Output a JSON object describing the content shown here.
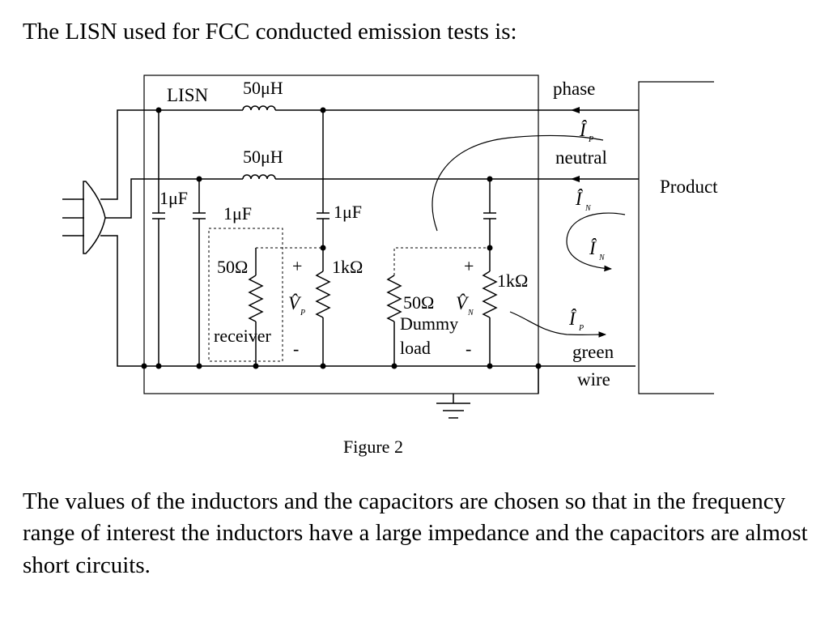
{
  "heading": "The LISN used for FCC conducted emission tests is:",
  "figure": {
    "caption": "Figure 2",
    "labels": {
      "lisn": "LISN",
      "inductor_top": "50μH",
      "inductor_bottom": "50μH",
      "cap_left_outer": "1μF",
      "cap_left_inner": "1μF",
      "cap_mid": "1μF",
      "res_receiver": "50Ω",
      "res_left_1k": "1kΩ",
      "res_dummy": "50Ω",
      "res_right_1k": "1kΩ",
      "receiver": "receiver",
      "dummy": "Dummy",
      "load": "load",
      "phase": "phase",
      "neutral": "neutral",
      "product": "Product",
      "green": "green",
      "wire": "wire",
      "plus_p": "+",
      "minus_p": "-",
      "plus_n": "+",
      "minus_n": "-",
      "vp_main": "V̂",
      "vp_sub": "P",
      "vn_main": "V̂",
      "vn_sub": "N",
      "ip_top_main": "Î",
      "ip_top_sub": "P",
      "in_top_main": "Î",
      "in_top_sub": "N",
      "in_loop_main": "Î",
      "in_loop_sub": "N",
      "ip_bottom_main": "Î",
      "ip_bottom_sub": "P"
    }
  },
  "paragraph": "The values of the inductors and the capacitors are chosen so that in the frequency range of interest the inductors have a large impedance and the capacitors are almost short circuits."
}
